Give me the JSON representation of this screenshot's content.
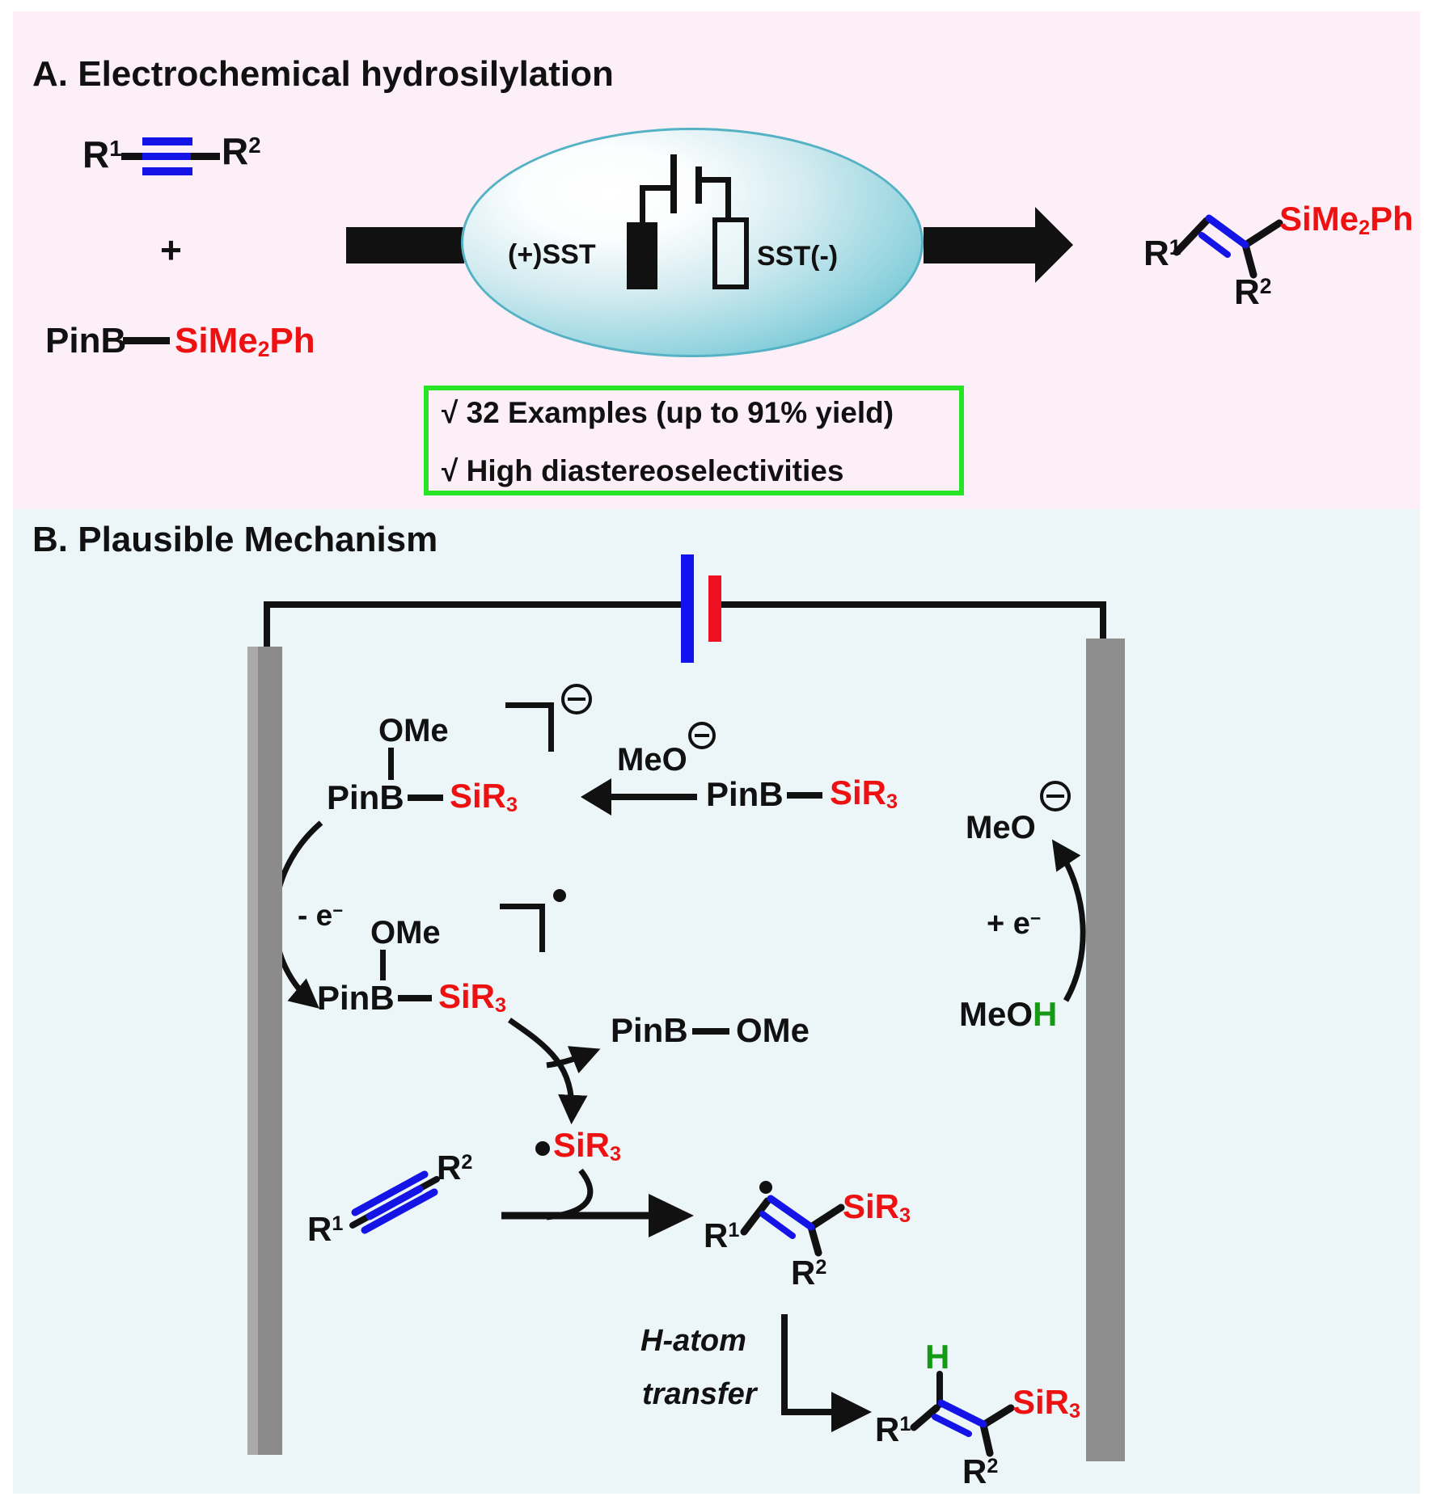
{
  "panel_a": {
    "title": "A. Electrochemical hydrosilylation",
    "alkyne": {
      "r1": {
        "base": "R",
        "sup": "1"
      },
      "r2": {
        "base": "R",
        "sup": "2"
      }
    },
    "plus": "+",
    "silylborane": {
      "pinb": "PinB",
      "si": {
        "base": "SiMe",
        "sub": "2",
        "post": "Ph"
      }
    },
    "cell": {
      "anode": "(+)SST",
      "cathode": "SST(-)"
    },
    "product": {
      "r1": {
        "base": "R",
        "sup": "1"
      },
      "r2": {
        "base": "R",
        "sup": "2"
      },
      "si": {
        "base": "SiMe",
        "sub": "2",
        "post": "Ph"
      }
    },
    "highlights": {
      "check": "√",
      "line1": "32 Examples (up to 91% yield)",
      "line2": "High diastereoselectivities"
    }
  },
  "panel_b": {
    "title": "B. Plausible Mechanism",
    "adduct_anion": {
      "ome": "OMe",
      "pinb": "PinB",
      "si": {
        "base": "SiR",
        "sub": "3"
      }
    },
    "meo_anion": "MeO",
    "silylborane": {
      "pinb": "PinB",
      "si": {
        "base": "SiR",
        "sub": "3"
      }
    },
    "minus_e": {
      "base": "- e",
      "sup": "−"
    },
    "adduct_radical": {
      "ome": "OMe",
      "pinb": "PinB",
      "si": {
        "base": "SiR",
        "sub": "3"
      }
    },
    "pinb_ome": {
      "pinb": "PinB",
      "ome": "OMe"
    },
    "silyl_radical": {
      "base": "SiR",
      "sub": "3"
    },
    "alkyne": {
      "r1": {
        "base": "R",
        "sup": "1"
      },
      "r2": {
        "base": "R",
        "sup": "2"
      }
    },
    "vinyl_radical": {
      "r1": {
        "base": "R",
        "sup": "1"
      },
      "si": {
        "base": "SiR",
        "sub": "3"
      },
      "r2": {
        "base": "R",
        "sup": "2"
      }
    },
    "h_transfer": {
      "line1": "H-atom",
      "line2": "transfer"
    },
    "product": {
      "h": "H",
      "r1": {
        "base": "R",
        "sup": "1"
      },
      "si": {
        "base": "SiR",
        "sub": "3"
      },
      "r2": {
        "base": "R",
        "sup": "2"
      }
    },
    "meo_right": "MeO",
    "plus_e": {
      "base": "+ e",
      "sup": "−"
    },
    "meoh": {
      "meo": "MeO",
      "h": "H"
    }
  },
  "colors": {
    "accent_red": "#ee1111",
    "bond_blue": "#1414e6",
    "green_h": "#169a16",
    "electrode_gray": "#8e8e8e",
    "highlight_box_green": "#27e427",
    "panel_a_bg": "#fceff8",
    "panel_b_bg": "#ecf5f8",
    "battery_blue": "#1212ee",
    "battery_red": "#ee1122"
  }
}
